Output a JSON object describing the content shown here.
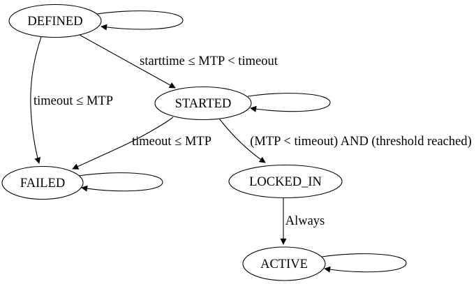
{
  "colors": {
    "background": "#ffffff",
    "stroke": "#000000",
    "text": "#000000"
  },
  "diagram": {
    "type": "state-machine-graph",
    "nodes": [
      {
        "id": "defined",
        "label": "DEFINED",
        "self_loop": true
      },
      {
        "id": "started",
        "label": "STARTED",
        "self_loop": true
      },
      {
        "id": "failed",
        "label": "FAILED",
        "self_loop": true
      },
      {
        "id": "locked_in",
        "label": "LOCKED_IN",
        "self_loop": false
      },
      {
        "id": "active",
        "label": "ACTIVE",
        "self_loop": true
      }
    ],
    "edges": [
      {
        "from": "DEFINED",
        "to": "STARTED",
        "label": "starttime ≤ MTP < timeout"
      },
      {
        "from": "DEFINED",
        "to": "FAILED",
        "label": "timeout ≤ MTP"
      },
      {
        "from": "STARTED",
        "to": "FAILED",
        "label": "timeout ≤ MTP"
      },
      {
        "from": "STARTED",
        "to": "LOCKED_IN",
        "label": "(MTP < timeout) AND (threshold reached)"
      },
      {
        "from": "LOCKED_IN",
        "to": "ACTIVE",
        "label": "Always"
      }
    ]
  }
}
